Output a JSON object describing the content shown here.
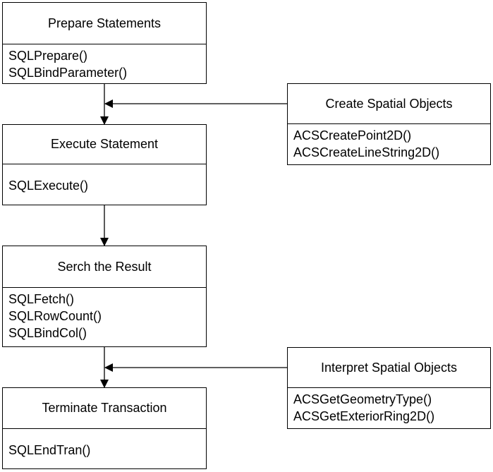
{
  "steps": [
    {
      "title": "Prepare Statements",
      "functions": [
        "SQLPrepare()",
        "SQLBindParameter()"
      ]
    },
    {
      "title": "Execute Statement",
      "functions": [
        "SQLExecute()"
      ]
    },
    {
      "title": "Serch the Result",
      "functions": [
        "SQLFetch()",
        "SQLRowCount()",
        "SQLBindCol()"
      ]
    },
    {
      "title": "Terminate Transaction",
      "functions": [
        "SQLEndTran()"
      ]
    }
  ],
  "side_steps": [
    {
      "title": "Create Spatial Objects",
      "functions": [
        "ACSCreatePoint2D()",
        "ACSCreateLineString2D()"
      ]
    },
    {
      "title": "Interpret Spatial Objects",
      "functions": [
        "ACSGetGeometryType()",
        "ACSGetExteriorRing2D()"
      ]
    }
  ]
}
